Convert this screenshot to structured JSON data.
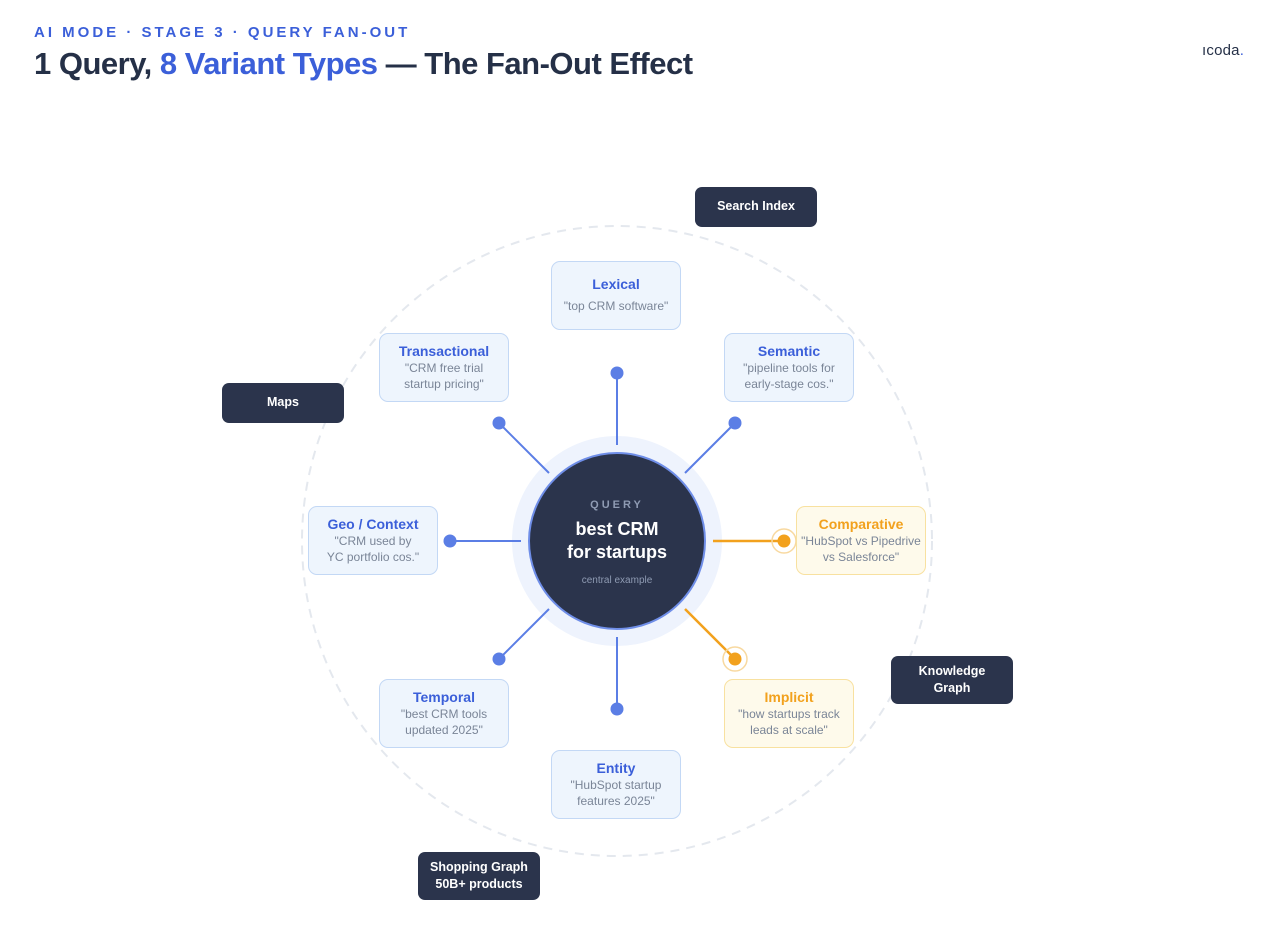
{
  "header": {
    "kicker": "AI MODE · STAGE 3 · QUERY FAN-OUT",
    "title_pre": "1 Query, ",
    "title_accent": "8 Variant Types",
    "title_post": " — The Fan-Out Effect",
    "logo_text": "ıcoda",
    "logo_dot": "."
  },
  "center": {
    "label": "QUERY",
    "query_line1": "best CRM",
    "query_line2": "for startups",
    "caption": "central example"
  },
  "variants": {
    "lexical": {
      "name": "Lexical",
      "example_line1": "\"top CRM software\"",
      "example_line2": ""
    },
    "semantic": {
      "name": "Semantic",
      "example_line1": "\"pipeline tools for",
      "example_line2": "early-stage cos.\""
    },
    "comparative": {
      "name": "Comparative",
      "example_line1": "\"HubSpot vs Pipedrive",
      "example_line2": "vs Salesforce\""
    },
    "implicit": {
      "name": "Implicit",
      "example_line1": "\"how startups track",
      "example_line2": "leads at scale\""
    },
    "entity": {
      "name": "Entity",
      "example_line1": "\"HubSpot startup",
      "example_line2": "features 2025\""
    },
    "temporal": {
      "name": "Temporal",
      "example_line1": "\"best CRM tools",
      "example_line2": "updated 2025\""
    },
    "geo": {
      "name": "Geo / Context",
      "example_line1": "\"CRM used by",
      "example_line2": "YC portfolio cos.\""
    },
    "transactional": {
      "name": "Transactional",
      "example_line1": "\"CRM free trial",
      "example_line2": "startup pricing\""
    }
  },
  "sources": {
    "search_index": {
      "line1": "Search Index",
      "line2": ""
    },
    "maps": {
      "line1": "Maps",
      "line2": ""
    },
    "knowledge_graph": {
      "line1": "Knowledge",
      "line2": "Graph"
    },
    "shopping_graph": {
      "line1": "Shopping Graph",
      "line2": "50B+ products"
    }
  },
  "colors": {
    "navy": "#2b344c",
    "blue": "#3b5fd9",
    "spoke_blue": "#5b7ee5",
    "orange": "#f2a11d",
    "card_blue_bg": "#eef5fd",
    "card_warm_bg": "#fefaeb"
  }
}
